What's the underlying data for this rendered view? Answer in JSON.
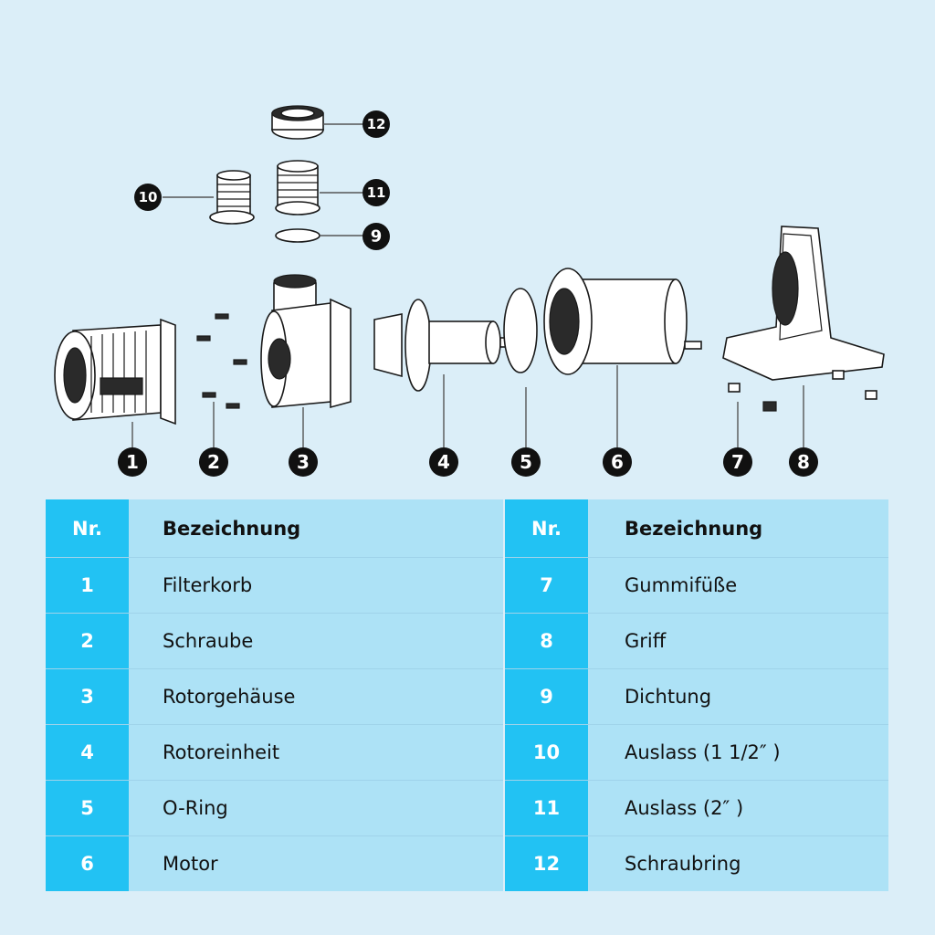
{
  "callouts": [
    "1",
    "2",
    "3",
    "4",
    "5",
    "6",
    "7",
    "8",
    "9",
    "10",
    "11",
    "12"
  ],
  "table": {
    "headers": {
      "nr": "Nr.",
      "name": "Bezeichnung"
    },
    "rows": [
      {
        "left_nr": "1",
        "left_name": "Filterkorb",
        "right_nr": "7",
        "right_name": "Gummifüße"
      },
      {
        "left_nr": "2",
        "left_name": "Schraube",
        "right_nr": "8",
        "right_name": "Griff"
      },
      {
        "left_nr": "3",
        "left_name": "Rotorgehäuse",
        "right_nr": "9",
        "right_name": "Dichtung"
      },
      {
        "left_nr": "4",
        "left_name": "Rotoreinheit",
        "right_nr": "10",
        "right_name": "Auslass (1 1/2″ )"
      },
      {
        "left_nr": "5",
        "left_name": "O-Ring",
        "right_nr": "11",
        "right_name": "Auslass (2″ )"
      },
      {
        "left_nr": "6",
        "left_name": "Motor",
        "right_nr": "12",
        "right_name": "Schraubring"
      }
    ]
  },
  "colors": {
    "background": "#dbeef8",
    "nr_cell": "#22c2f3",
    "name_cell": "#ade2f6",
    "callout": "#111111"
  }
}
